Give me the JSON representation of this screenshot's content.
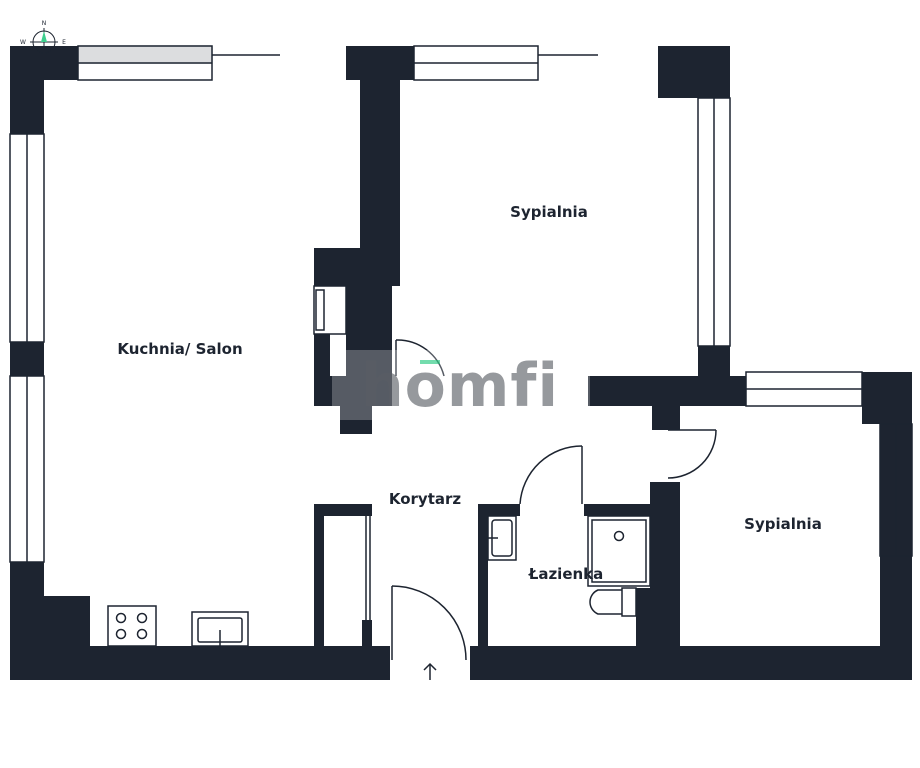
{
  "rooms": {
    "kitchen_salon": "Kuchnia/ Salon",
    "bedroom_1": "Sypialnia",
    "bedroom_2": "Sypialnia",
    "corridor": "Korytarz",
    "bathroom": "Łazienka"
  },
  "compass": {
    "north": "N",
    "west": "W",
    "east": "E"
  },
  "watermark": {
    "text": "homfi",
    "accent_color": "#3ecf8e"
  },
  "colors": {
    "wall": "#1d2430",
    "background": "#ffffff",
    "watermark": "#6f7278"
  }
}
